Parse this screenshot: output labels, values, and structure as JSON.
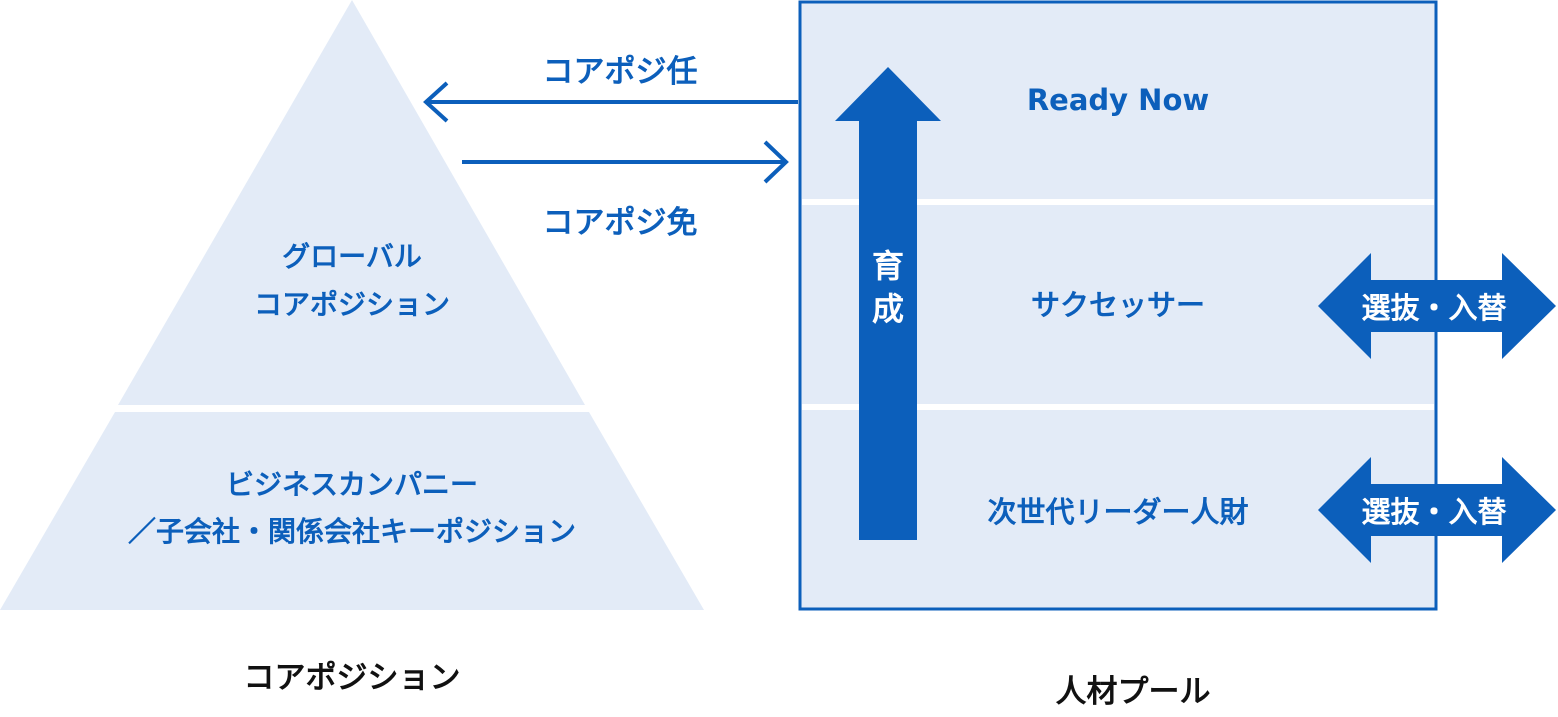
{
  "colors": {
    "blue": "#0c5fbb",
    "light_fill": "#e3ebf7",
    "black": "#111111"
  },
  "pyramid": {
    "top_tier_line1": "グローバル",
    "top_tier_line2": "コアポジション",
    "bottom_tier_line1": "ビジネスカンパニー",
    "bottom_tier_line2": "／子会社・関係会社キーポジション",
    "caption": "コアポジション"
  },
  "arrows": {
    "appoint_label": "コアポジ任",
    "dismiss_label": "コアポジ免"
  },
  "pool": {
    "rows": [
      "Ready Now",
      "サクセッサー",
      "次世代リーダー人財"
    ],
    "develop_arrow_label": [
      "育",
      "成"
    ],
    "selection_label": "選抜・入替",
    "caption": "人材プール"
  }
}
